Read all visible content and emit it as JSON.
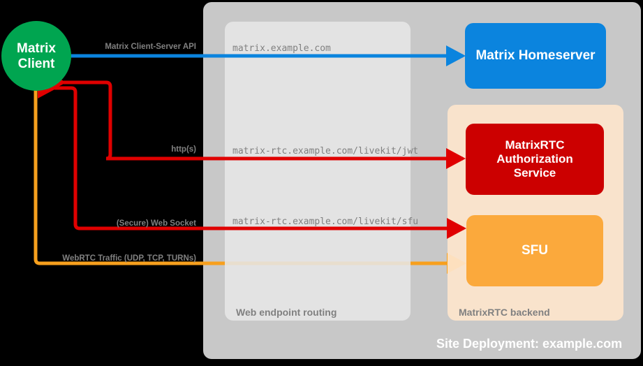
{
  "diagram": {
    "title": "Site Deployment: example.com",
    "background_color": "#000000"
  },
  "nodes": {
    "client": {
      "label": "Matrix\nClient",
      "label_line1": "Matrix",
      "label_line2": "Client",
      "color": "#00A550",
      "shape": "circle"
    },
    "homeserver": {
      "label": "Matrix Homeserver",
      "color": "#0B84DE",
      "shape": "rounded-rect"
    },
    "auth_service": {
      "label": "MatrixRTC\nAuthorization\nService",
      "label_line1": "MatrixRTC",
      "label_line2": "Authorization",
      "label_line3": "Service",
      "color": "#CC0000",
      "shape": "rounded-rect"
    },
    "sfu": {
      "label": "SFU",
      "color": "#FBA93C",
      "shape": "rounded-rect"
    }
  },
  "containers": {
    "site_deployment": {
      "caption": "Site Deployment: example.com",
      "color": "#C8C8C8",
      "caption_color": "#FFFFFF"
    },
    "web_routing": {
      "caption": "Web endpoint routing",
      "color": "#E6E6E6",
      "caption_color": "#808080"
    },
    "rtc_backend": {
      "caption": "MatrixRTC backend",
      "color": "#FDE5CC",
      "caption_color": "#808080"
    }
  },
  "edges": [
    {
      "id": "cs-api",
      "protocol_label": "Matrix Client-Server API",
      "endpoint_label": "matrix.example.com",
      "color": "#0B84DE",
      "direction": "bidirectional",
      "from": "client",
      "to": "homeserver"
    },
    {
      "id": "jwt",
      "protocol_label": "http(s)",
      "endpoint_label": "matrix-rtc.example.com/livekit/jwt",
      "color": "#E00000",
      "direction": "bidirectional",
      "from": "client",
      "to": "auth_service"
    },
    {
      "id": "sfu-ws",
      "protocol_label": "(Secure) Web Socket",
      "endpoint_label": "matrix-rtc.example.com/livekit/sfu",
      "color": "#E00000",
      "direction": "bidirectional",
      "from": "client",
      "to": "sfu"
    },
    {
      "id": "webrtc",
      "protocol_label": "WebRTC Traffic (UDP, TCP, TURNs)",
      "endpoint_label": "",
      "color": "#F7A01D",
      "direction": "bidirectional",
      "from": "client",
      "to": "sfu"
    }
  ]
}
